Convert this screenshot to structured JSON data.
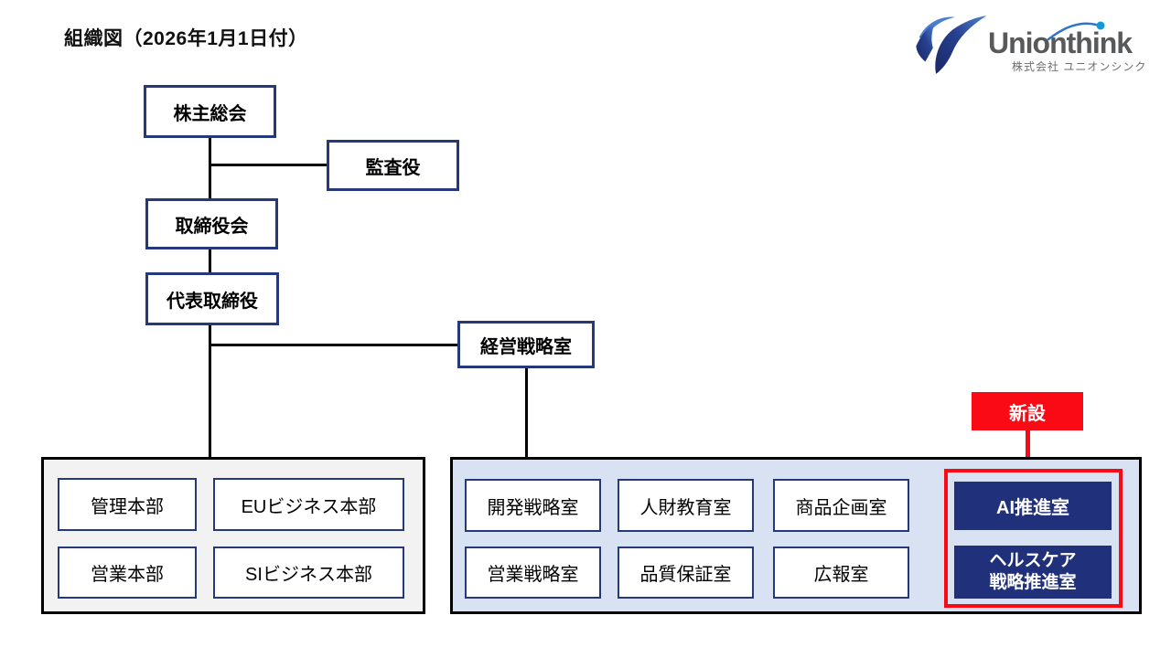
{
  "slide": {
    "title": "組織図（2026年1月1日付）"
  },
  "logo": {
    "wordmark": "Unionthink",
    "company": "株式会社 ユニオンシンク"
  },
  "org": {
    "shareholders": "株主総会",
    "auditor": "監査役",
    "board_of_directors": "取締役会",
    "representative_director": "代表取締役",
    "management_strategy_office": "経営戦略室"
  },
  "headquarters_group": {
    "items": [
      {
        "label": "管理本部"
      },
      {
        "label": "EUビジネス本部"
      },
      {
        "label": "営業本部"
      },
      {
        "label": "SIビジネス本部"
      }
    ]
  },
  "offices_group": {
    "items": [
      {
        "label": "開発戦略室"
      },
      {
        "label": "人財教育室"
      },
      {
        "label": "商品企画室"
      },
      {
        "label": "営業戦略室"
      },
      {
        "label": "品質保証室"
      },
      {
        "label": "広報室"
      }
    ]
  },
  "new_group": {
    "badge": "新設",
    "items": [
      {
        "label": "AI推進室",
        "line1": "AI推進室",
        "line2": ""
      },
      {
        "label": "ヘルスケア戦略推進室",
        "line1": "ヘルスケア",
        "line2": "戦略推進室"
      }
    ]
  },
  "colors": {
    "box_border_navy": "#24397A",
    "navy_fill": "#20307A",
    "light_blue_bg": "#D9E2F3",
    "gray_bg": "#F2F2F2",
    "accent_red": "#FA0A14",
    "line_black": "#000000",
    "logo_gray": "#58595B",
    "logo_blue": "#2E74C8",
    "logo_dot_blue": "#0E9BD8"
  }
}
